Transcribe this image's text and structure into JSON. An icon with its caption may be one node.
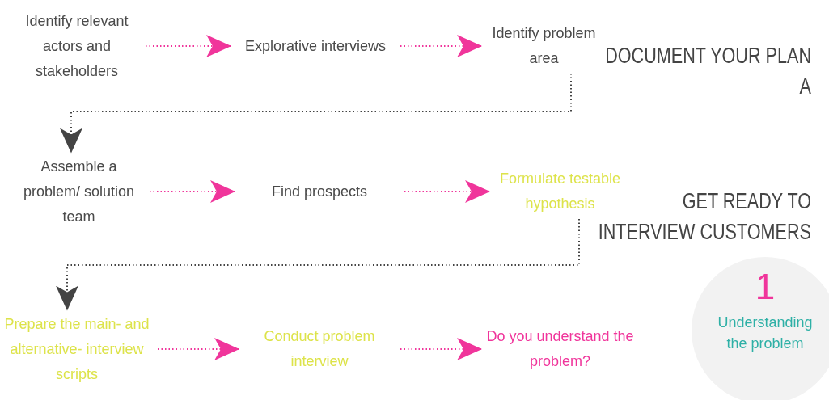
{
  "diagram": {
    "nodes": [
      {
        "text": [
          "Identify relevant actors and stakeholders"
        ]
      },
      {
        "text": [
          "Explorative interviews"
        ]
      },
      {
        "text": [
          "Identify problem area"
        ]
      },
      {
        "text": [
          "Assemble a problem/ solution team"
        ]
      },
      {
        "text": [
          "Find prospects"
        ]
      },
      {
        "text": [
          "Formulate testable hypothesis"
        ]
      },
      {
        "text": [
          "Prepare the main- and alternative- interview scripts"
        ]
      },
      {
        "text": [
          "Conduct problem interview"
        ]
      },
      {
        "text": [
          "Do you understand the problem?"
        ]
      },
      {
        "text": [
          "1",
          "Understanding the problem"
        ]
      }
    ],
    "edges": [
      {
        "from": 0,
        "to": 1,
        "arrow": "to",
        "style": "dashed"
      },
      {
        "from": 1,
        "to": 2,
        "arrow": "to",
        "style": "dashed"
      },
      {
        "from": 2,
        "to": 3,
        "arrow": "to",
        "style": "dashed",
        "color": "#444444"
      },
      {
        "from": 3,
        "to": 4,
        "arrow": "to",
        "style": "dashed"
      },
      {
        "from": 4,
        "to": 5,
        "arrow": "to",
        "style": "dashed"
      },
      {
        "from": 5,
        "to": 6,
        "arrow": "to",
        "style": "dashed",
        "color": "#444444"
      },
      {
        "from": 6,
        "to": 7,
        "arrow": "to",
        "style": "dashed"
      },
      {
        "from": 7,
        "to": 8,
        "arrow": "to",
        "style": "dashed"
      }
    ],
    "labels": [
      "DOCUMENT YOUR PLAN A",
      "GET READY TO INTERVIEW CUSTOMERS"
    ]
  }
}
